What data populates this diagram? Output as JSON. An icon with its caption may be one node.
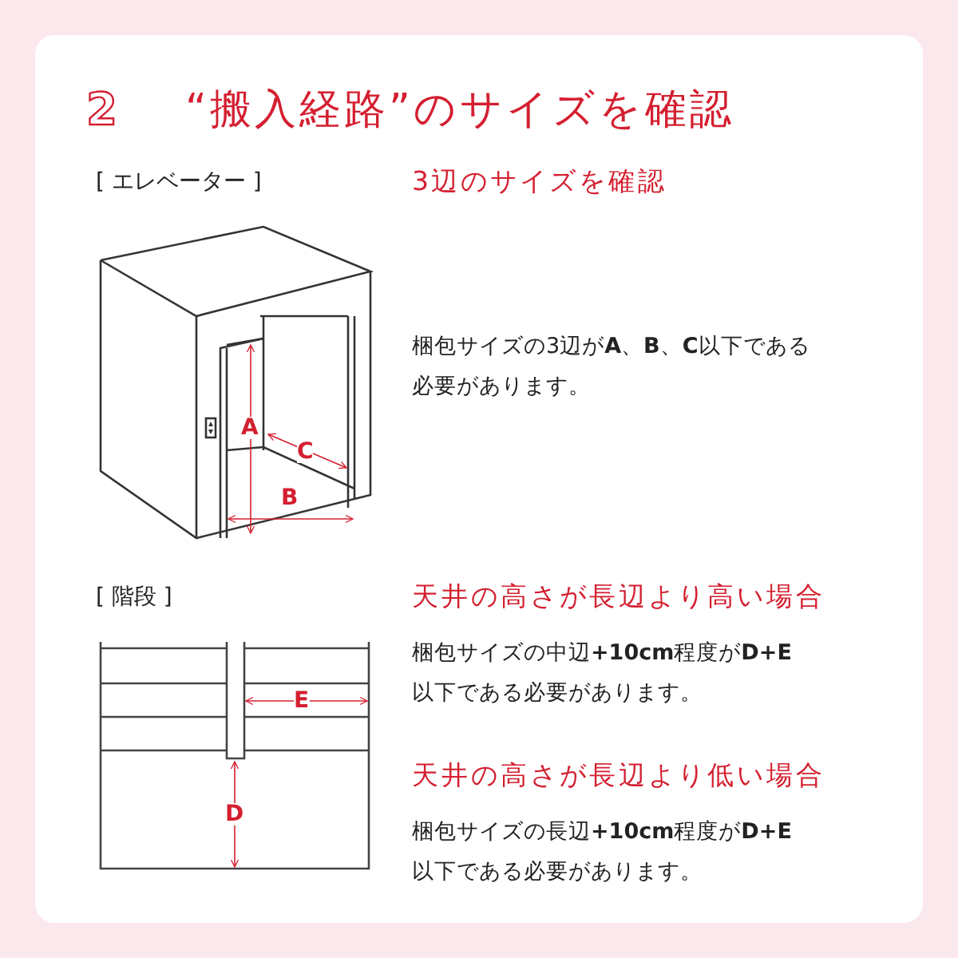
{
  "diagram": {
    "title": "“搬入経路”のサイズを確認",
    "labels": [
      "2",
      "[ エレベーター ]",
      "3辺のサイズを確認",
      "梱包サイズの3辺が**A**、**B**、**C**以下である必要があります。",
      "A",
      "C",
      "B",
      "[ 階段 ]",
      "天井の高さが長辺より高い場合",
      "梱包サイズの中辺**+10cm**程度が**D+E**以下である必要があります。",
      "E",
      "D",
      "天井の高さが長辺より低い場合",
      "梱包サイズの長辺**+10cm**程度が**D+E**以下である必要があります。"
    ]
  }
}
